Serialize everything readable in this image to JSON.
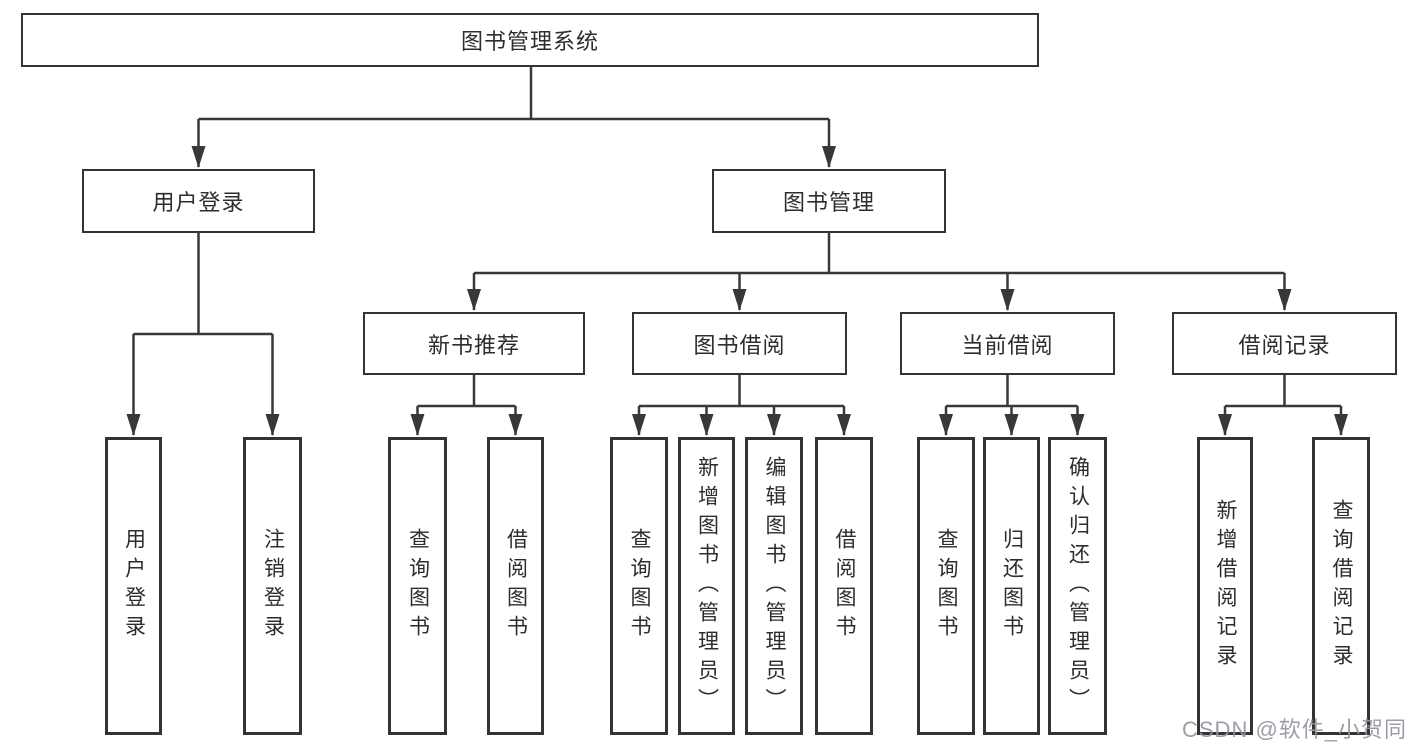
{
  "diagram_type": "hierarchy-tree",
  "tree": {
    "root": {
      "label": "图书管理系统",
      "children": [
        {
          "label": "用户登录",
          "children": [
            {
              "label": "用户登录"
            },
            {
              "label": "注销登录"
            }
          ]
        },
        {
          "label": "图书管理",
          "children": [
            {
              "label": "新书推荐",
              "children": [
                {
                  "label": "查询图书"
                },
                {
                  "label": "借阅图书"
                }
              ]
            },
            {
              "label": "图书借阅",
              "children": [
                {
                  "label": "查询图书"
                },
                {
                  "label": "新增图书（管理员）"
                },
                {
                  "label": "编辑图书（管理员）"
                },
                {
                  "label": "借阅图书"
                }
              ]
            },
            {
              "label": "当前借阅",
              "children": [
                {
                  "label": "查询图书"
                },
                {
                  "label": "归还图书"
                },
                {
                  "label": "确认归还（管理员）"
                }
              ]
            },
            {
              "label": "借阅记录",
              "children": [
                {
                  "label": "新增借阅记录"
                },
                {
                  "label": "查询借阅记录"
                }
              ]
            }
          ]
        }
      ]
    }
  },
  "watermark": {
    "text": "CSDN @软件_小贺同学"
  },
  "colors": {
    "line": "#383838",
    "box_border": "#333333",
    "text": "#2d2d2d",
    "watermark": "#9496a0",
    "background": "#ffffff"
  }
}
